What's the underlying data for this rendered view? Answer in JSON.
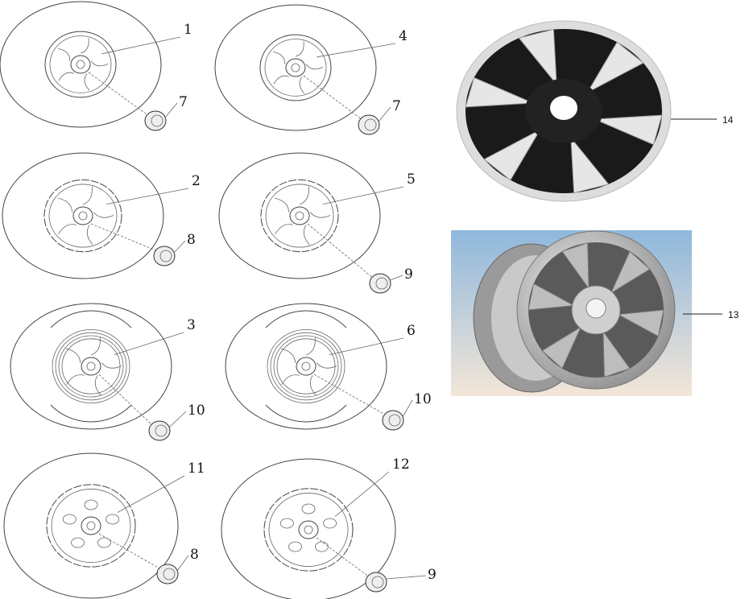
{
  "diagram": {
    "title": "Wheel assembly parts diagram",
    "callouts": [
      "1",
      "7",
      "4",
      "7",
      "2",
      "8",
      "5",
      "9",
      "3",
      "10",
      "6",
      "10",
      "11",
      "8",
      "12",
      "9"
    ],
    "photo_callouts": [
      "14",
      "13"
    ]
  },
  "colors": {
    "line": "#444444",
    "photo_bg_top": "#8fb8dc",
    "photo_bg_bottom": "#f3e6d8"
  }
}
